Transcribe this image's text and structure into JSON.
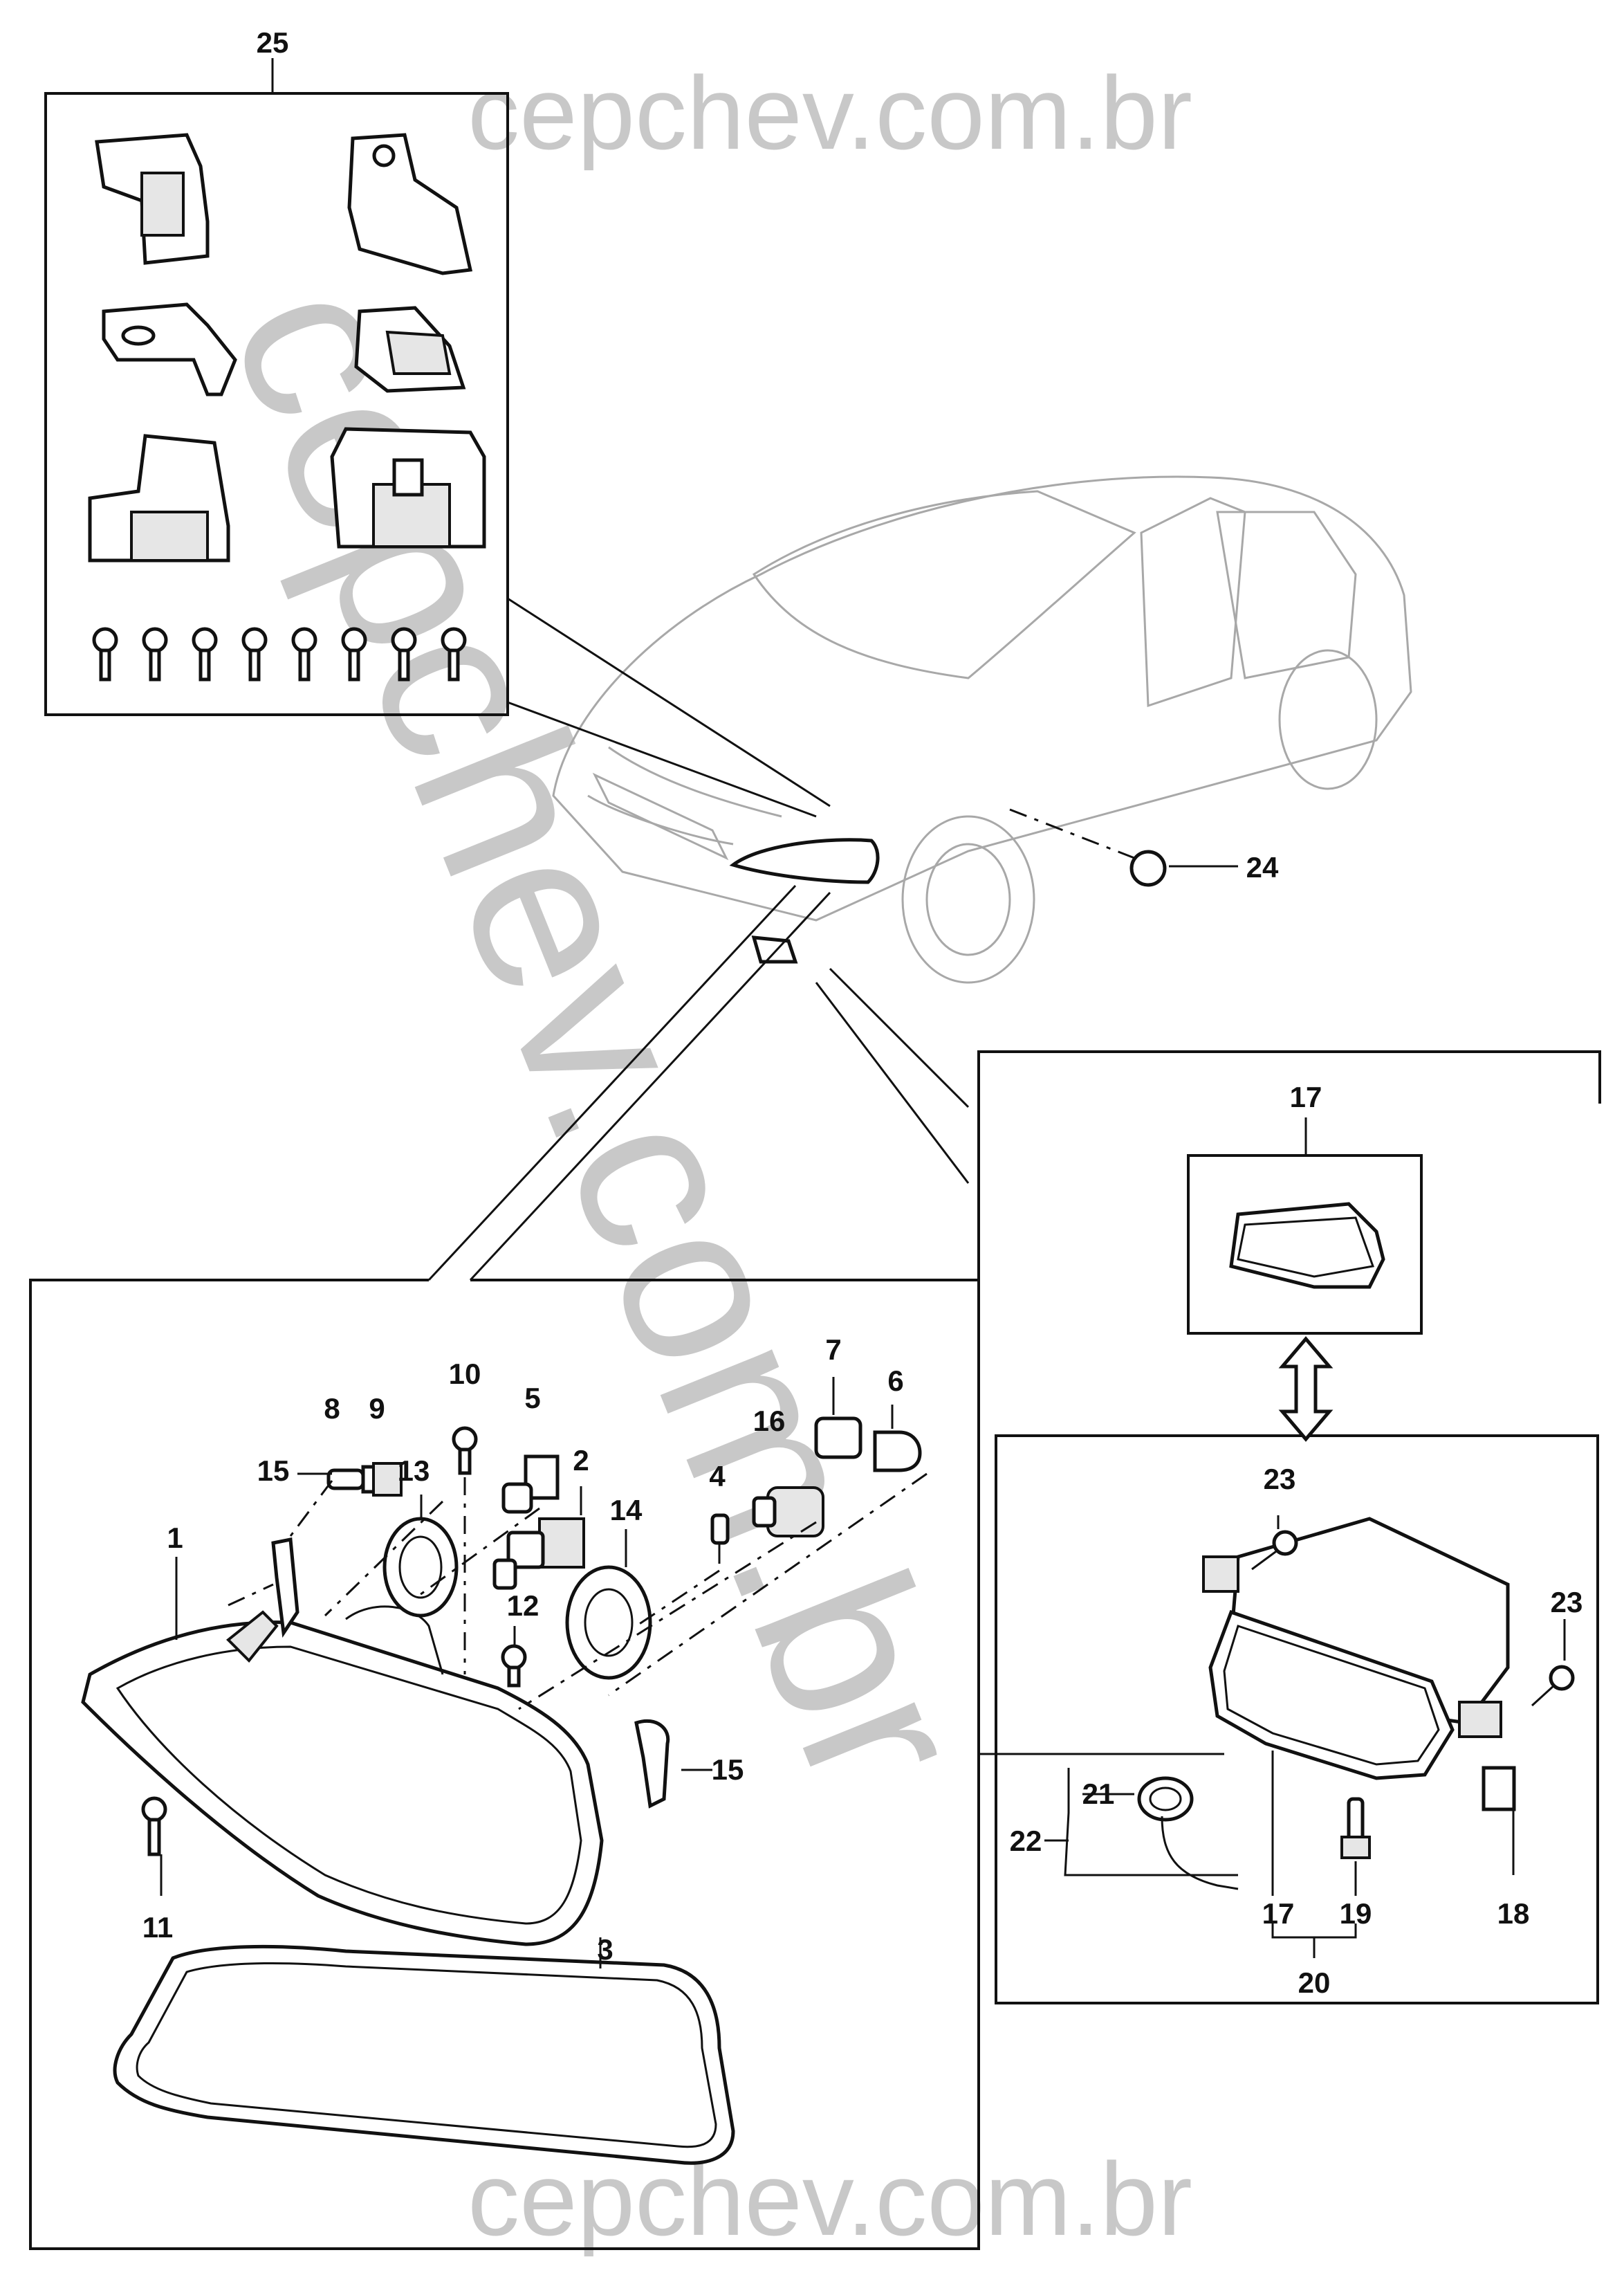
{
  "watermark": "cepchev.com.br",
  "callouts": [
    {
      "id": "25",
      "label": "25"
    },
    {
      "id": "24",
      "label": "24"
    },
    {
      "id": "17a",
      "label": "17"
    },
    {
      "id": "10",
      "label": "10"
    },
    {
      "id": "8",
      "label": "8"
    },
    {
      "id": "9",
      "label": "9"
    },
    {
      "id": "5",
      "label": "5"
    },
    {
      "id": "7",
      "label": "7"
    },
    {
      "id": "6",
      "label": "6"
    },
    {
      "id": "16",
      "label": "16"
    },
    {
      "id": "15a",
      "label": "15"
    },
    {
      "id": "13",
      "label": "13"
    },
    {
      "id": "2",
      "label": "2"
    },
    {
      "id": "4",
      "label": "4"
    },
    {
      "id": "1",
      "label": "1"
    },
    {
      "id": "14",
      "label": "14"
    },
    {
      "id": "12",
      "label": "12"
    },
    {
      "id": "15b",
      "label": "15"
    },
    {
      "id": "11",
      "label": "11"
    },
    {
      "id": "3",
      "label": "3"
    },
    {
      "id": "23a",
      "label": "23"
    },
    {
      "id": "23b",
      "label": "23"
    },
    {
      "id": "21",
      "label": "21"
    },
    {
      "id": "22",
      "label": "22"
    },
    {
      "id": "17b",
      "label": "17"
    },
    {
      "id": "19",
      "label": "19"
    },
    {
      "id": "18",
      "label": "18"
    },
    {
      "id": "20",
      "label": "20"
    }
  ]
}
